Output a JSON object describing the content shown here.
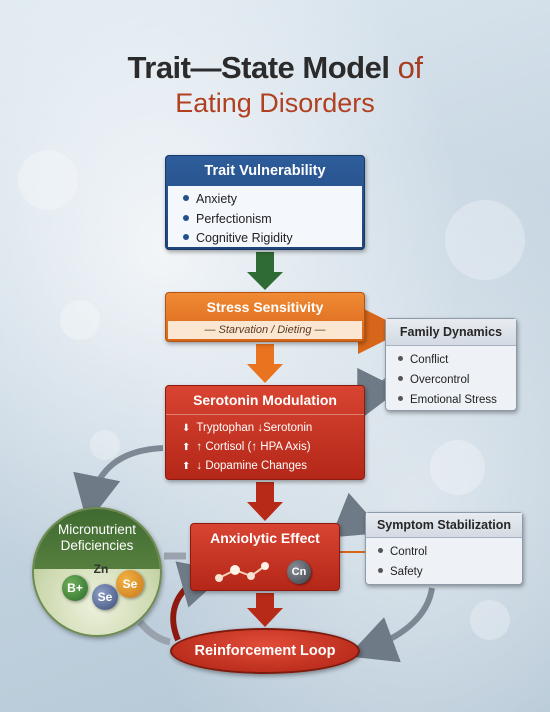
{
  "title": {
    "line1_main": "Trait—State Model",
    "line1_of": "of",
    "line2": "Eating Disorders"
  },
  "trait_vulnerability": {
    "heading": "Trait Vulnerability",
    "items": [
      "Anxiety",
      "Perfectionism",
      "Cognitive Rigidity"
    ]
  },
  "stress_sensitivity": {
    "heading": "Stress Sensitivity",
    "subtitle": "Starvation / Dieting"
  },
  "family_dynamics": {
    "heading": "Family Dynamics",
    "items": [
      "Conflict",
      "Overcontrol",
      "Emotional Stress"
    ]
  },
  "serotonin_modulation": {
    "heading": "Serotonin Modulation",
    "items": [
      {
        "arrow": "⬇",
        "text": "Tryptophan ↓Serotonin"
      },
      {
        "arrow": "⬆",
        "text": "↑ Cortisol (↑ HPA Axis)"
      },
      {
        "arrow": "⬆",
        "text": "↓ Dopamine Changes"
      }
    ]
  },
  "micronutrient": {
    "label_line1": "Micronutrient",
    "label_line2": "Deficiencies",
    "nutrients": [
      "B+",
      "Zn",
      "Se",
      "Se"
    ]
  },
  "anxiolytic_effect": {
    "heading": "Anxiolytic Effect",
    "badge": "Cn"
  },
  "symptom_stabilization": {
    "heading": "Symptom Stabilization",
    "items": [
      "Control",
      "Safety"
    ]
  },
  "reinforcement_loop": {
    "label": "Reinforcement Loop"
  },
  "colors": {
    "trait_blue": "#2e5d9b",
    "stress_orange": "#f08a34",
    "serotonin_red": "#c5301f",
    "micronutrient_green": "#3f6a31",
    "arrow_green": "#2f6b35",
    "arrow_orange": "#e9731e",
    "arrow_red": "#b82a18",
    "arrow_gray": "#6e7a86"
  }
}
